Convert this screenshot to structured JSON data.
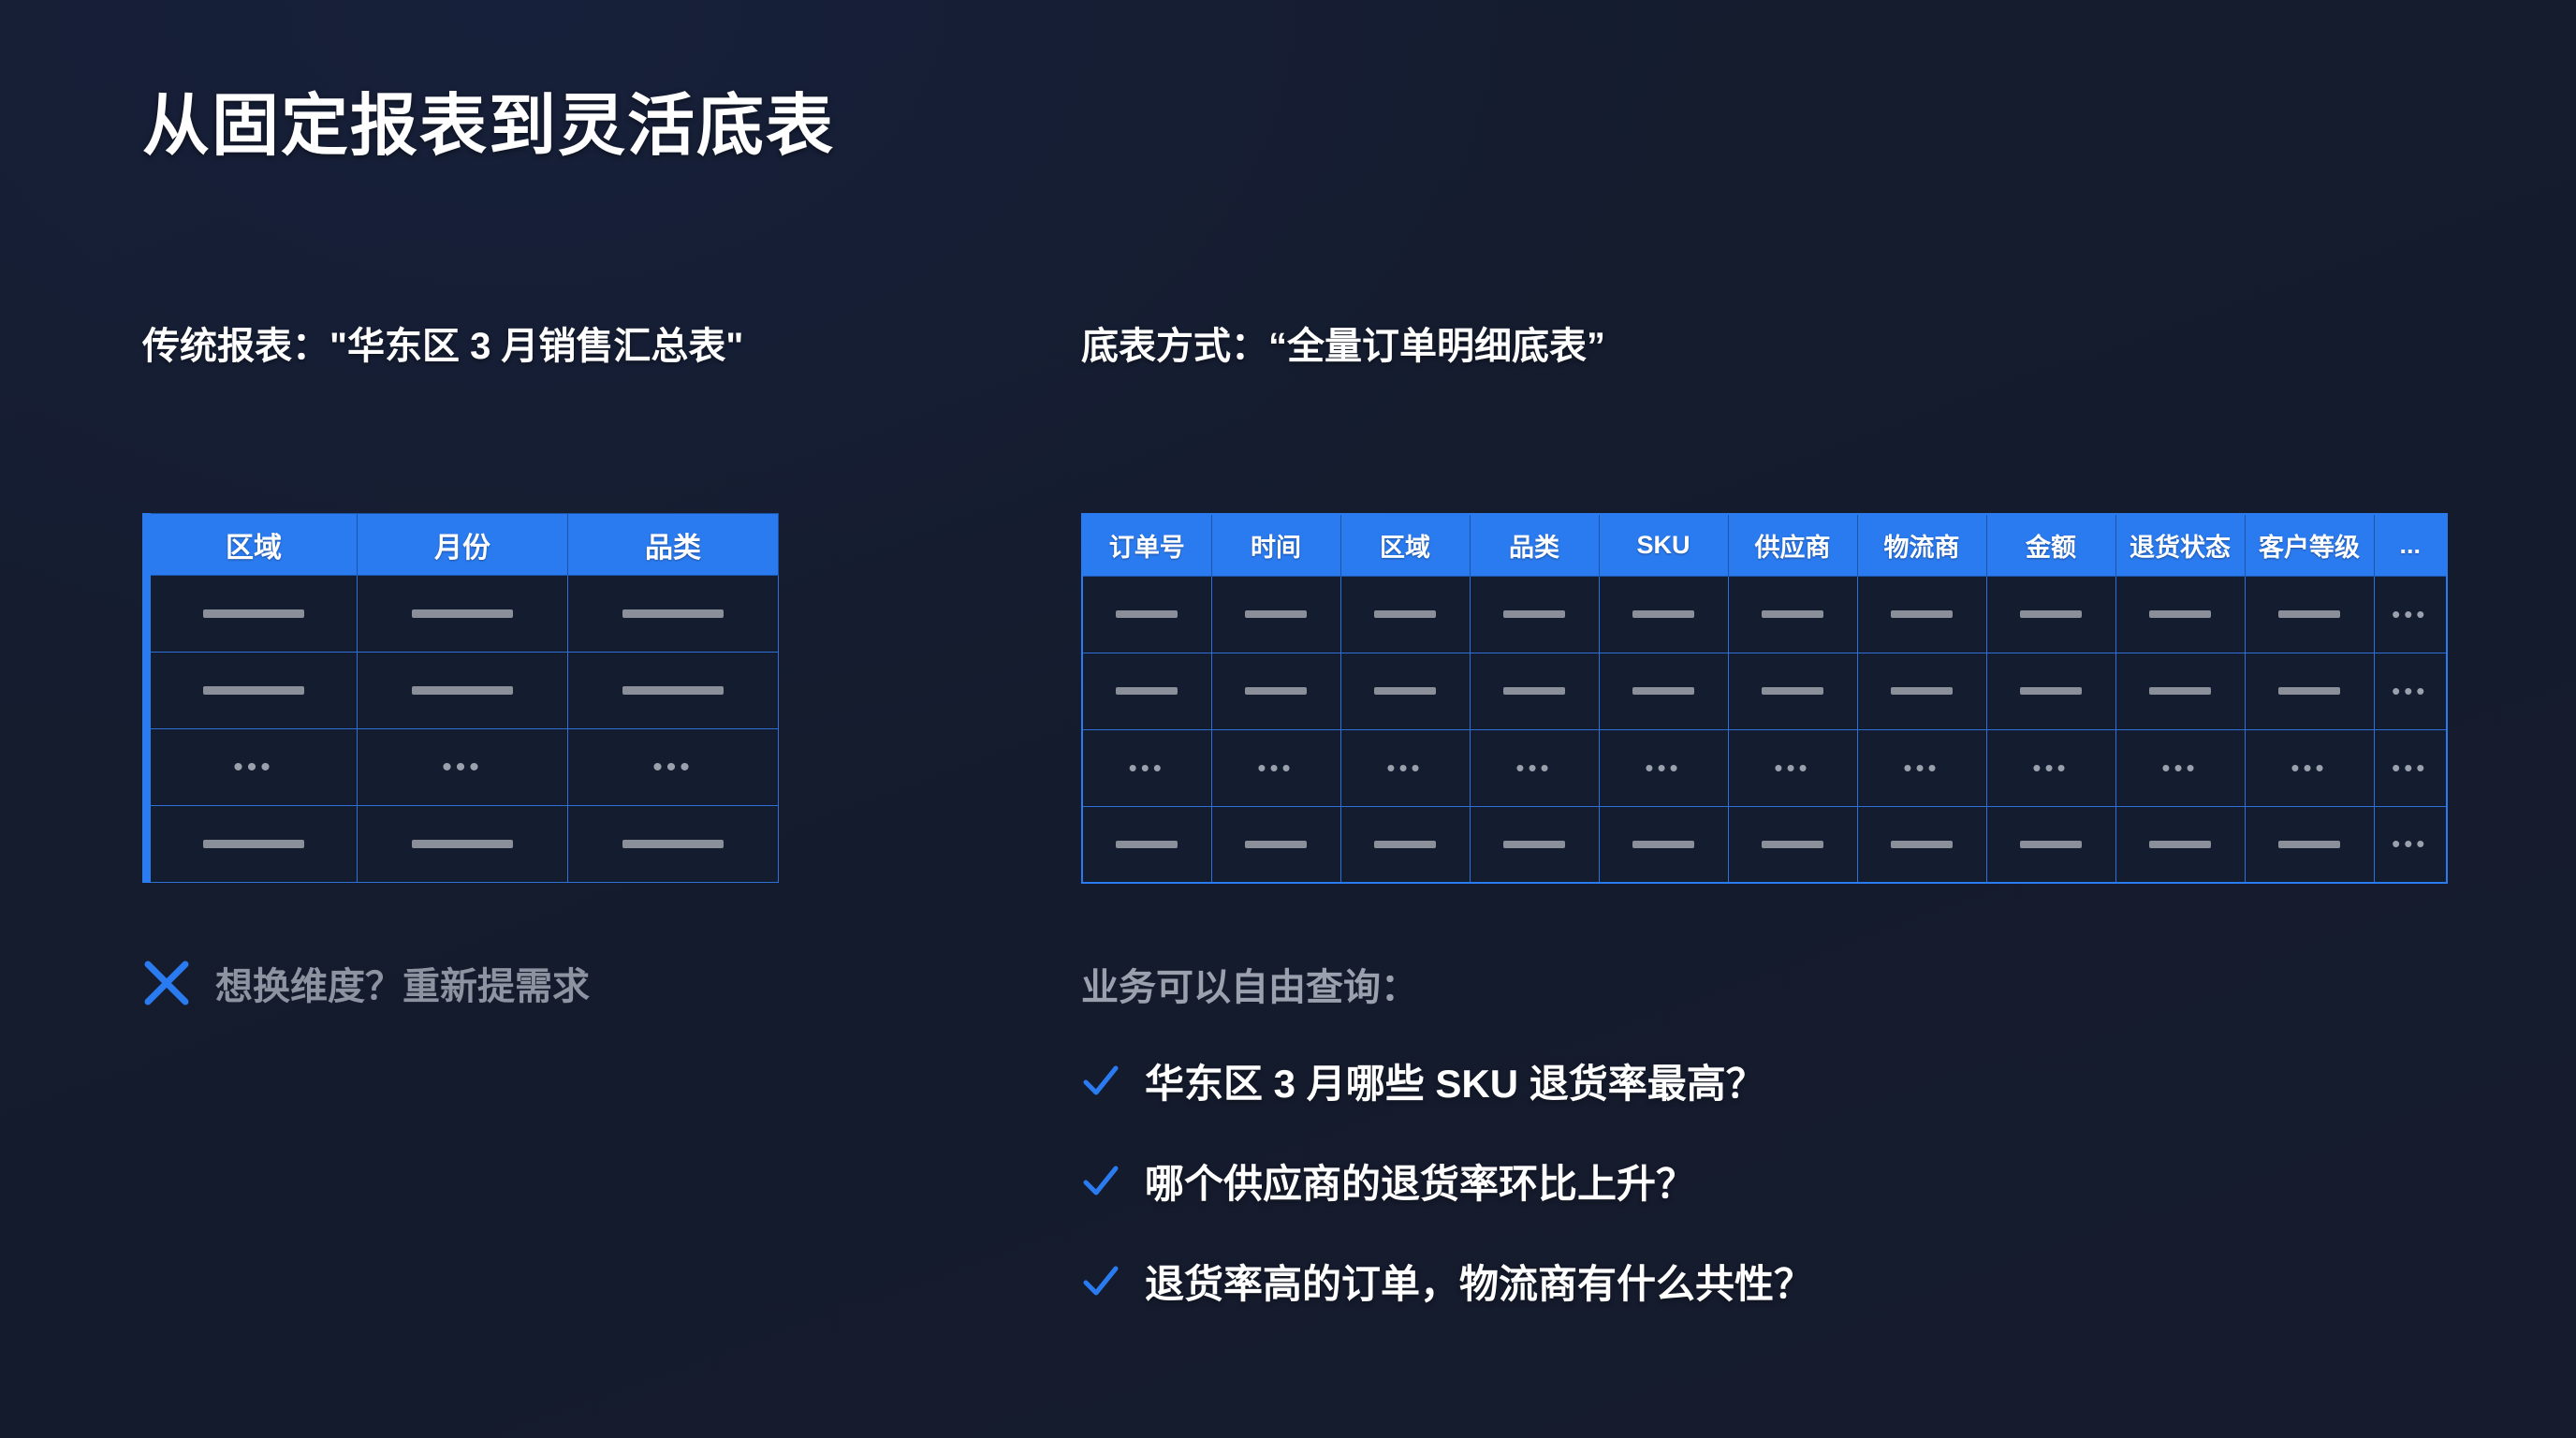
{
  "slide": {
    "title": "从固定报表到灵活底表",
    "background_color": "#141c2e",
    "accent_color": "#2b7bf0",
    "muted_text_color": "#8d93a0"
  },
  "left_panel": {
    "subhead": "传统报表：\"华东区 3 月销售汇总表\"",
    "table": {
      "headers": [
        "区域",
        "月份",
        "品类"
      ],
      "rows": [
        [
          "bar",
          "bar",
          "bar"
        ],
        [
          "bar",
          "bar",
          "bar"
        ],
        [
          "...",
          "...",
          "..."
        ],
        [
          "bar",
          "bar",
          "bar"
        ]
      ]
    },
    "note": {
      "icon": "x-icon",
      "text": "想换维度？重新提需求"
    }
  },
  "right_panel": {
    "subhead": "底表方式：“全量订单明细底表”",
    "table": {
      "headers": [
        "订单号",
        "时间",
        "区域",
        "品类",
        "SKU",
        "供应商",
        "物流商",
        "金额",
        "退货状态",
        "客户等级",
        "..."
      ],
      "rows": [
        [
          "bar",
          "bar",
          "bar",
          "bar",
          "bar",
          "bar",
          "bar",
          "bar",
          "bar",
          "bar",
          "..."
        ],
        [
          "bar",
          "bar",
          "bar",
          "bar",
          "bar",
          "bar",
          "bar",
          "bar",
          "bar",
          "bar",
          "..."
        ],
        [
          "...",
          "...",
          "...",
          "...",
          "...",
          "...",
          "...",
          "...",
          "...",
          "...",
          "..."
        ],
        [
          "bar",
          "bar",
          "bar",
          "bar",
          "bar",
          "bar",
          "bar",
          "bar",
          "bar",
          "bar",
          "..."
        ]
      ]
    },
    "note": {
      "lead": "业务可以自由查询：",
      "bullets": [
        {
          "icon": "check-icon",
          "text": "华东区 3 月哪些 SKU 退货率最高？"
        },
        {
          "icon": "check-icon",
          "text": "哪个供应商的退货率环比上升？"
        },
        {
          "icon": "check-icon",
          "text": "退货率高的订单，物流商有什么共性？"
        }
      ]
    }
  }
}
